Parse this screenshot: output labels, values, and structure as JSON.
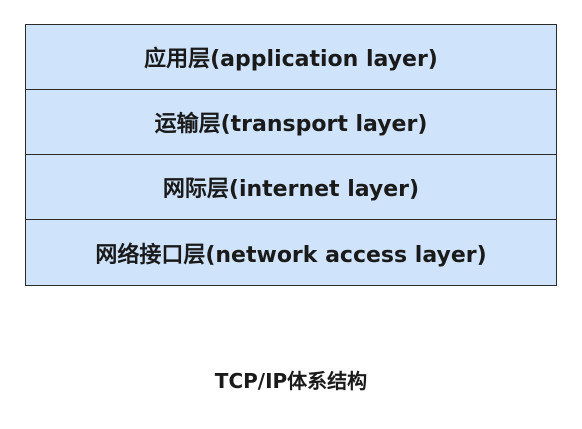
{
  "layers": [
    {
      "label": "应用层(application layer)"
    },
    {
      "label": "运输层(transport layer)"
    },
    {
      "label": "网际层(internet layer)"
    },
    {
      "label": "网络接口层(network access layer)"
    }
  ],
  "caption": "TCP/IP体系结构",
  "colors": {
    "layer_fill": "#cfe3fa",
    "border": "#2b2b2b",
    "text": "#1a1a1a"
  }
}
